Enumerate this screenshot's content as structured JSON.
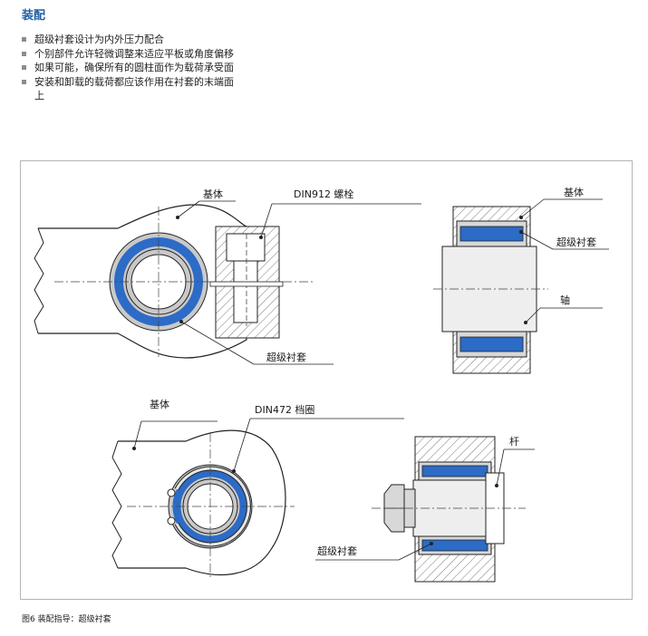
{
  "heading": "装配",
  "bullets": [
    {
      "text": "超级衬套设计为内外压力配合"
    },
    {
      "text": "个别部件允许轻微调整来适应平板或角度偏移"
    },
    {
      "text": "如果可能，确保所有的圆柱面作为载荷承受面"
    },
    {
      "text": "安装和卸载的载荷都应该作用在衬套的末端面上"
    }
  ],
  "diagram": {
    "labels": {
      "base_1": "基体",
      "bolt": "DIN912 螺栓",
      "bushing_1": "超级衬套",
      "base_2": "基体",
      "bushing_2": "超级衬套",
      "shaft": "轴",
      "base_3": "基体",
      "ring": "DIN472 档圈",
      "rod": "杆",
      "bushing_3": "超级衬套"
    },
    "colors": {
      "bushing_blue": "#2c6bc6",
      "ring_gray": "#c9c9c9",
      "body_fill": "#ffffff",
      "hatch": "#7a7a7a"
    }
  },
  "caption": "图6 装配指导：超级衬套"
}
